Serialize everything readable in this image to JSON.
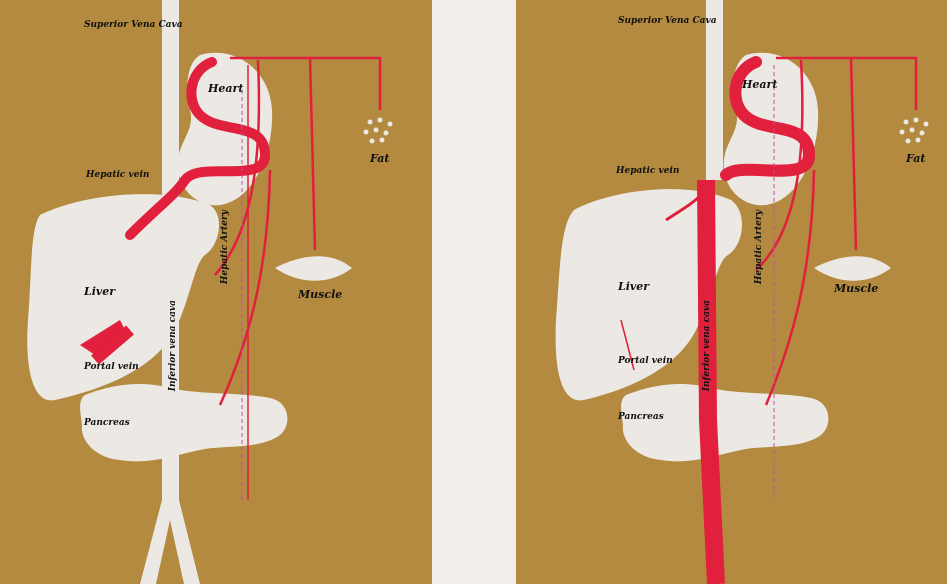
{
  "colors": {
    "background": "#b38a3f",
    "organ": "#ece9e4",
    "vessel": "#e0203c",
    "divider": "#f2efea"
  },
  "left_panel": {
    "labels": {
      "superior_vena_cava": "Superior Vena Cava",
      "heart": "Heart",
      "fat": "Fat",
      "hepatic_vein": "Hepatic vein",
      "liver": "Liver",
      "muscle": "Muscle",
      "hepatic_artery": "Hepatic Artery",
      "inferior_vena_cava": "Inferior vena cava",
      "portal_vein": "Portal vein",
      "pancreas": "Pancreas"
    }
  },
  "right_panel": {
    "labels": {
      "superior_vena_cava": "Superior Vena Cava",
      "heart": "Heart",
      "fat": "Fat",
      "hepatic_vein": "Hepatic vein",
      "liver": "Liver",
      "muscle": "Muscle",
      "hepatic_artery": "Hepatic Artery",
      "inferior_vena_cava": "Inferior vena cava",
      "portal_vein": "Portal vein",
      "pancreas": "Pancreas"
    }
  }
}
